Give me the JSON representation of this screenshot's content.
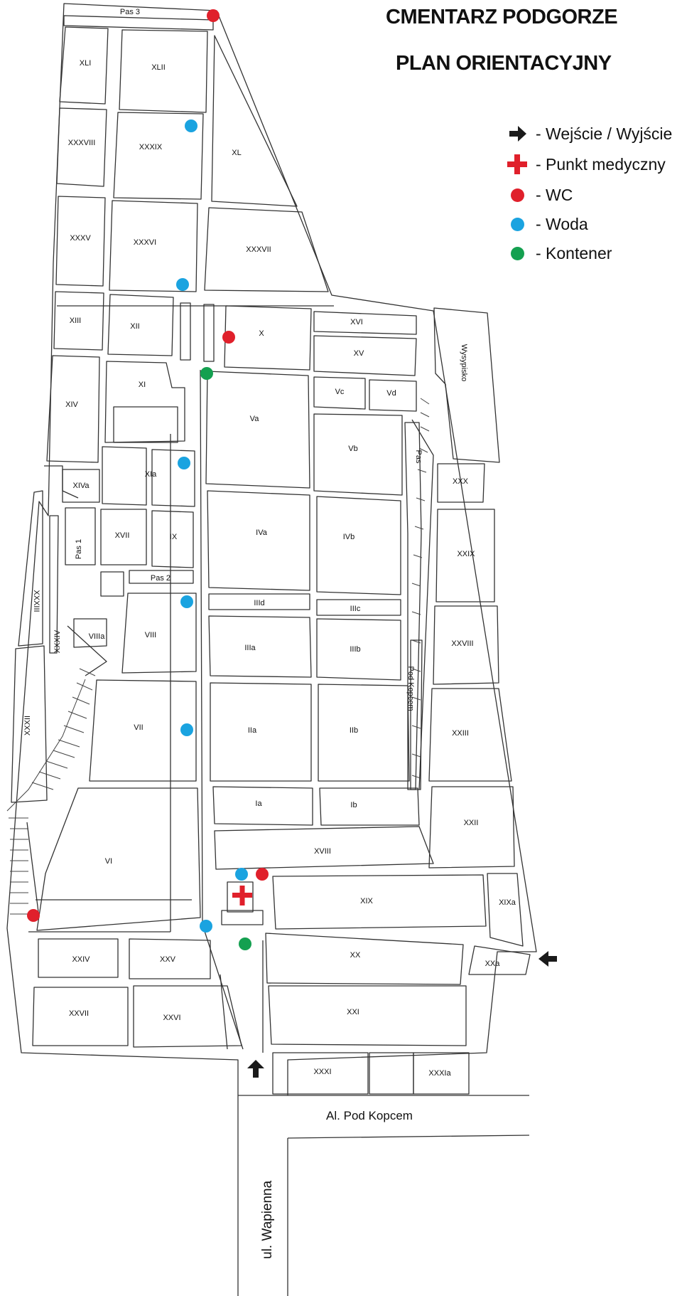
{
  "header": {
    "title": "CMENTARZ PODGORZE",
    "subtitle": "PLAN ORIENTACYJNY"
  },
  "legend": [
    {
      "icon": "arrow-icon",
      "label": "- Wejście / Wyjście"
    },
    {
      "icon": "cross-icon",
      "label": "- Punkt medyczny",
      "color": "#e0202b"
    },
    {
      "icon": "red-dot-icon",
      "label": "- WC",
      "color": "#e0202b"
    },
    {
      "icon": "blue-dot-icon",
      "label": "- Woda",
      "color": "#1aa3e0"
    },
    {
      "icon": "green-dot-icon",
      "label": "- Kontener",
      "color": "#14a050"
    }
  ],
  "colors": {
    "wc": "#e0202b",
    "water": "#1aa3e0",
    "container": "#14a050",
    "medical": "#e0202b",
    "outline": "#333333",
    "arrow": "#1a1a1a"
  },
  "streets": {
    "horizontal": "Al. Pod Kopcem",
    "vertical": "ul. Wapienna"
  },
  "sections": [
    "Pas 3",
    "XLI",
    "XLII",
    "XXXVIII",
    "XXXIX",
    "XL",
    "XXXV",
    "XXXVI",
    "XXXVII",
    "XIII",
    "XII",
    "X",
    "XVI",
    "XV",
    "Wysypisko",
    "XIV",
    "XI",
    "Vc",
    "Vd",
    "Va",
    "Vb",
    "Pas",
    "XIVa",
    "XIa",
    "XXX",
    "Pas 1",
    "XVII",
    "IX",
    "IVa",
    "IVb",
    "XXIX",
    "Pas 2",
    "XXXIII",
    "XXXIV",
    "VIIIa",
    "VIII",
    "IIId",
    "IIIc",
    "IIIa",
    "IIIb",
    "Pod Kopcem",
    "XXVIII",
    "XXXII",
    "VII",
    "IIa",
    "IIb",
    "XXIII",
    "Ia",
    "Ib",
    "XXII",
    "VI",
    "XVIII",
    "XIX",
    "XIXa",
    "XXIV",
    "XXV",
    "XX",
    "XXa",
    "XXVII",
    "XXVI",
    "XXI",
    "XXXI",
    "XXXIa"
  ]
}
